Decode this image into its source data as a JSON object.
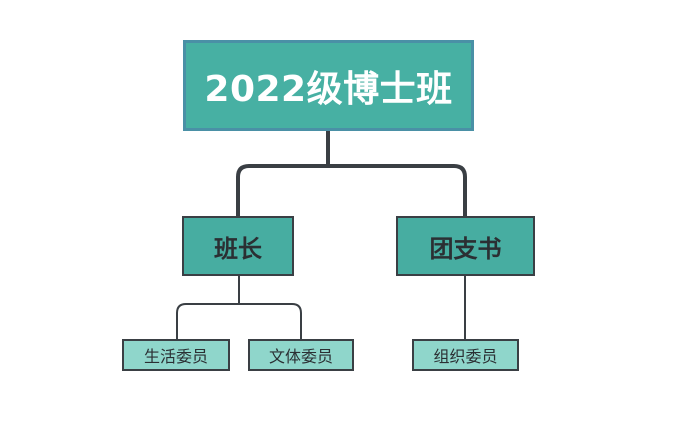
{
  "root": {
    "label": "2022级博士班"
  },
  "branches": [
    {
      "label": "班长",
      "children": [
        "生活委员",
        "文体委员"
      ]
    },
    {
      "label": "团支书",
      "children": [
        "组织委员"
      ]
    }
  ],
  "colors": {
    "root_fill": "#47b0a3",
    "root_border": "#4a90a6",
    "mid_fill": "#47ada1",
    "leaf_fill": "#8fd6cb",
    "connector": "#3a3f44"
  }
}
